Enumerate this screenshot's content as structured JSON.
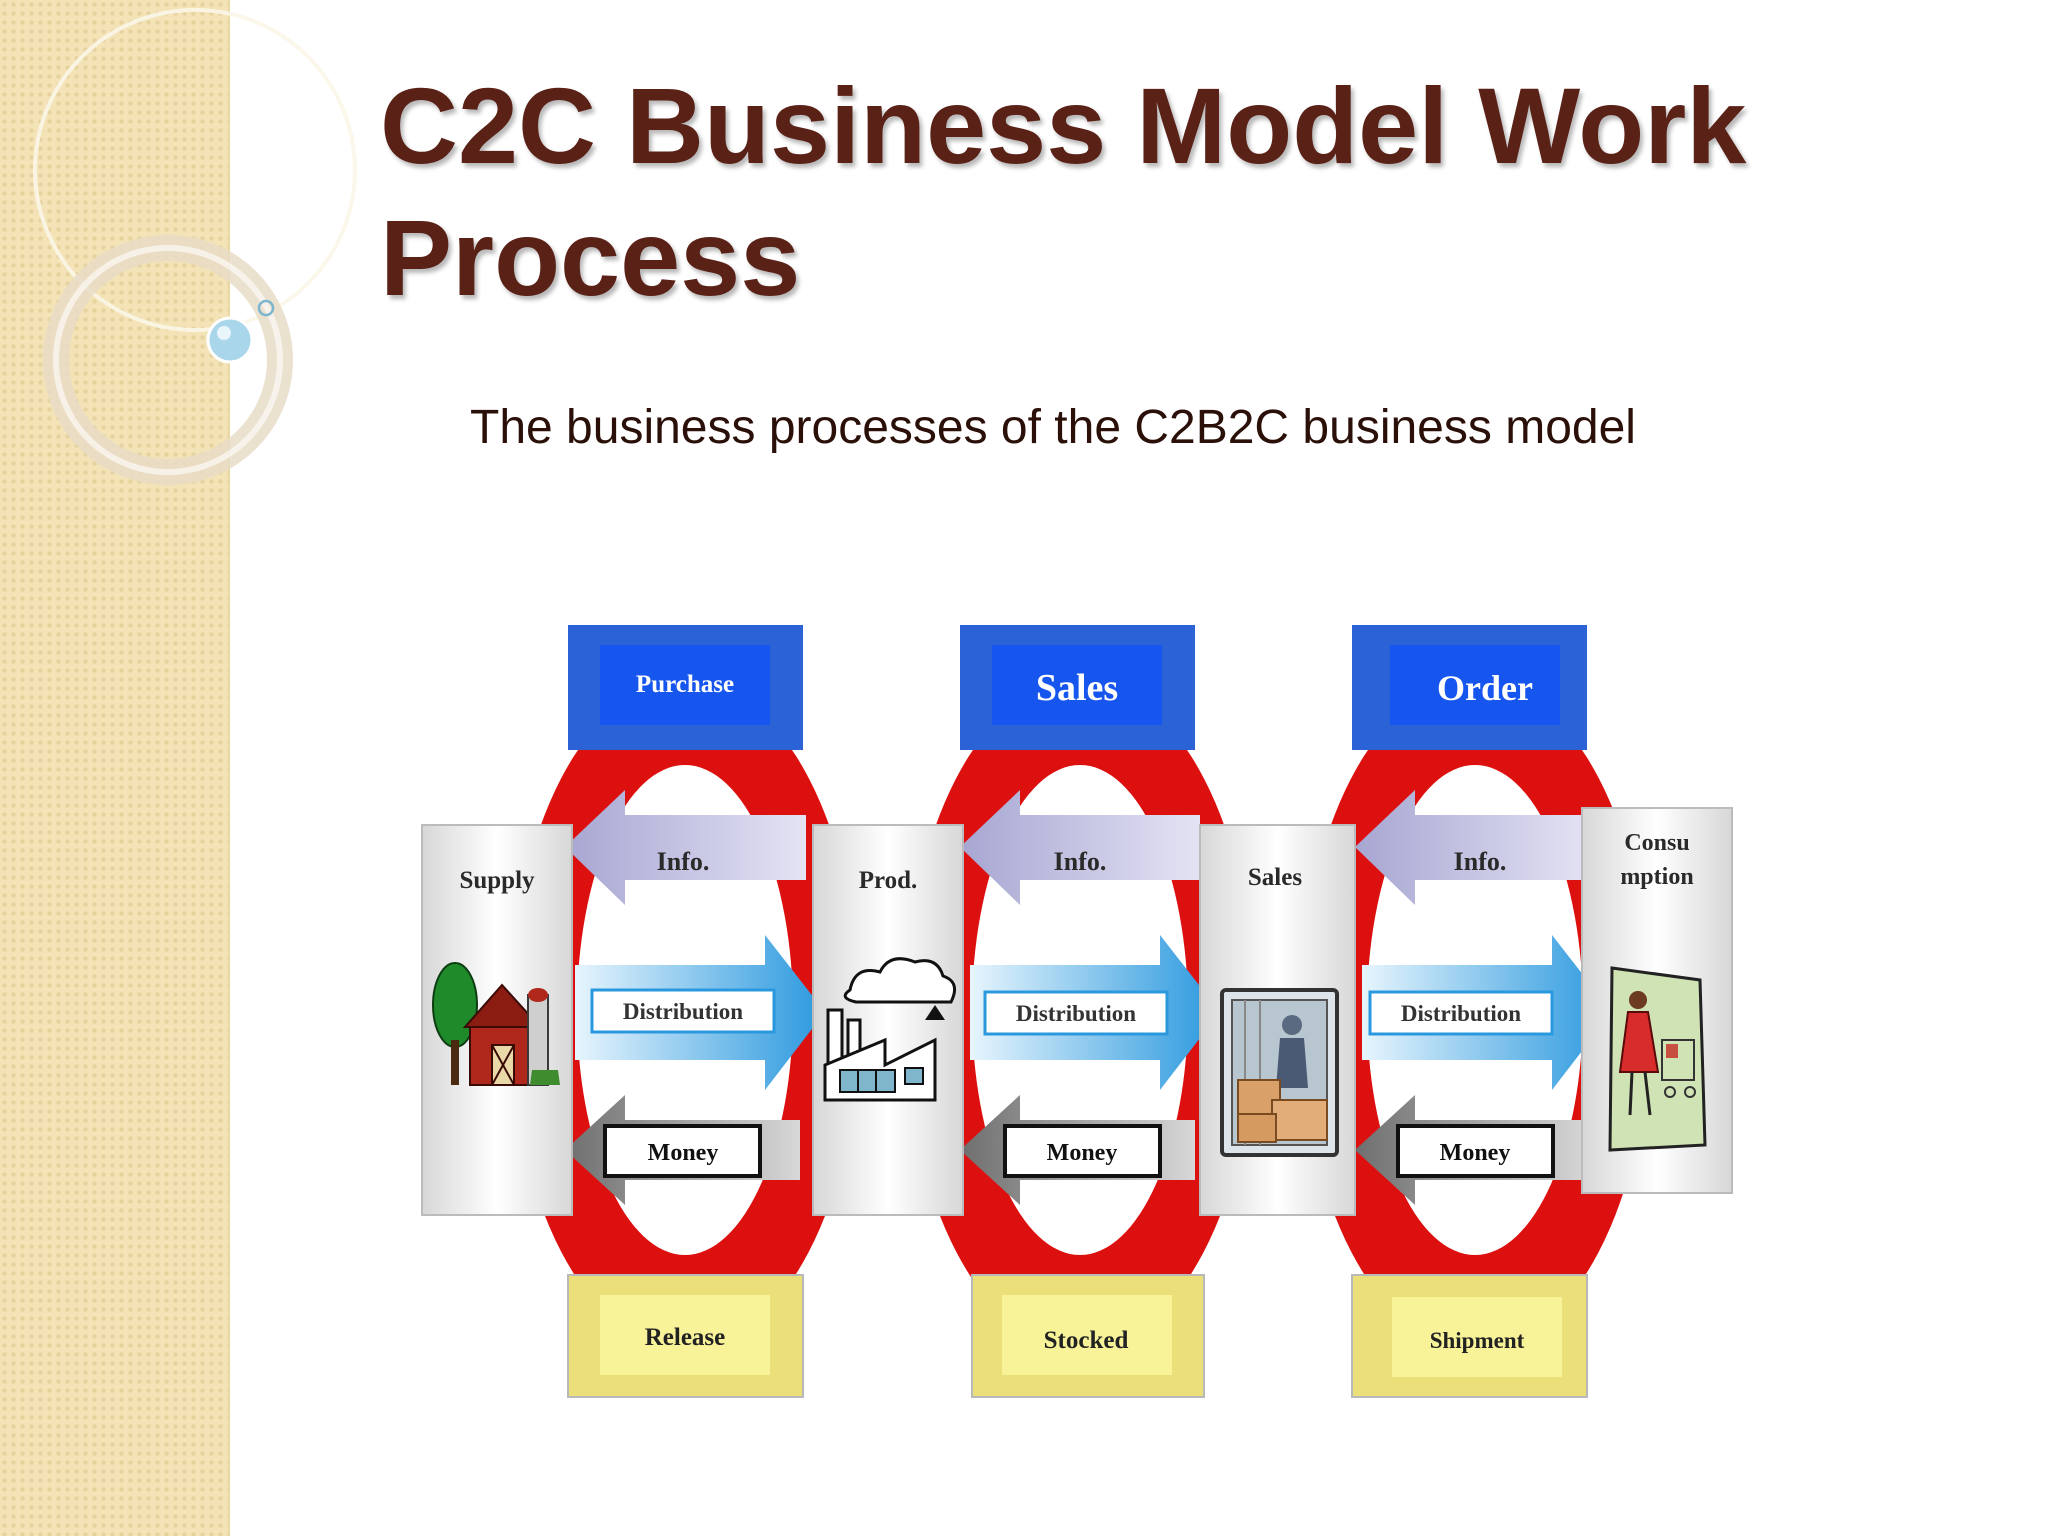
{
  "slide": {
    "title": "C2C Business Model Work Process",
    "subtitle": "The business processes of the C2B2C business model"
  },
  "diagram": {
    "stages": [
      "Supply",
      "Prod.",
      "Sales",
      "Consu mption"
    ],
    "cycles": [
      {
        "top": "Purchase",
        "bottom": "Release"
      },
      {
        "top": "Sales",
        "bottom": "Stocked"
      },
      {
        "top": "Order",
        "bottom": "Shipment"
      }
    ],
    "flows": {
      "info": "Info.",
      "distribution": "Distribution",
      "money": "Money"
    },
    "icons": [
      "farm-icon",
      "factory-icon",
      "warehouse-worker-icon",
      "shopper-icon"
    ],
    "colors": {
      "title": "#5a2117",
      "ring": "#dd1010",
      "top_box": "#2b62d6",
      "bottom_box": "#f2e77e",
      "info_arrow": "#b9b8dc",
      "distribution_arrow": "#3aa0e0",
      "money_arrow": "#8a8a8a"
    }
  }
}
